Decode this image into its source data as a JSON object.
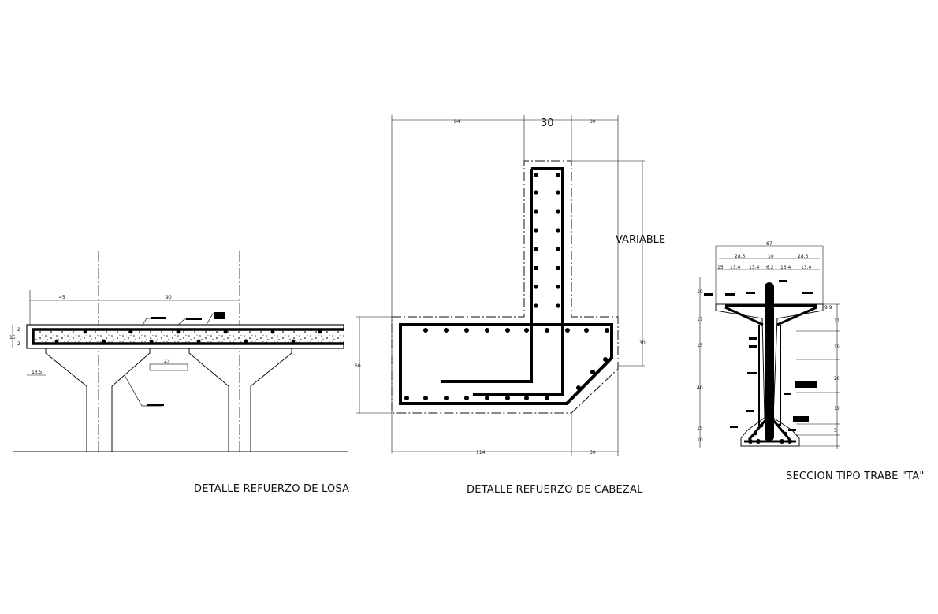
{
  "captions": {
    "losa": "DETALLE REFUERZO DE LOSA",
    "cabezal": "DETALLE REFUERZO DE CABEZAL",
    "trabe": "SECCION TIPO TRABE \"TA\""
  },
  "losa": {
    "dims": {
      "d45": "45",
      "d90": "90",
      "d23": "23",
      "d15": "15",
      "d135": "13.5",
      "d2a": "2",
      "d2b": "2"
    }
  },
  "cabezal": {
    "dims": {
      "top30": "30",
      "top84": "84",
      "top30r": "30",
      "variable": "VARIABLE",
      "right30": "30",
      "left60": "60",
      "bot114": "114",
      "bot30": "30"
    }
  },
  "trabe": {
    "dims": {
      "top67": "67",
      "d285a": "28.5",
      "d10": "10",
      "d285b": "28.5",
      "d15a": "15",
      "d134a": "13.4",
      "d134b": "13.4",
      "d62": "6.2",
      "d134c": "13.4",
      "d134d": "13.4",
      "r99": "9.9",
      "r11": "11",
      "r19": "19",
      "r20": "20",
      "r19b": "19",
      "r5": "5",
      "l19": "19",
      "l17": "17",
      "l15": "15",
      "l40": "40",
      "l15b": "15",
      "l10": "10"
    }
  }
}
